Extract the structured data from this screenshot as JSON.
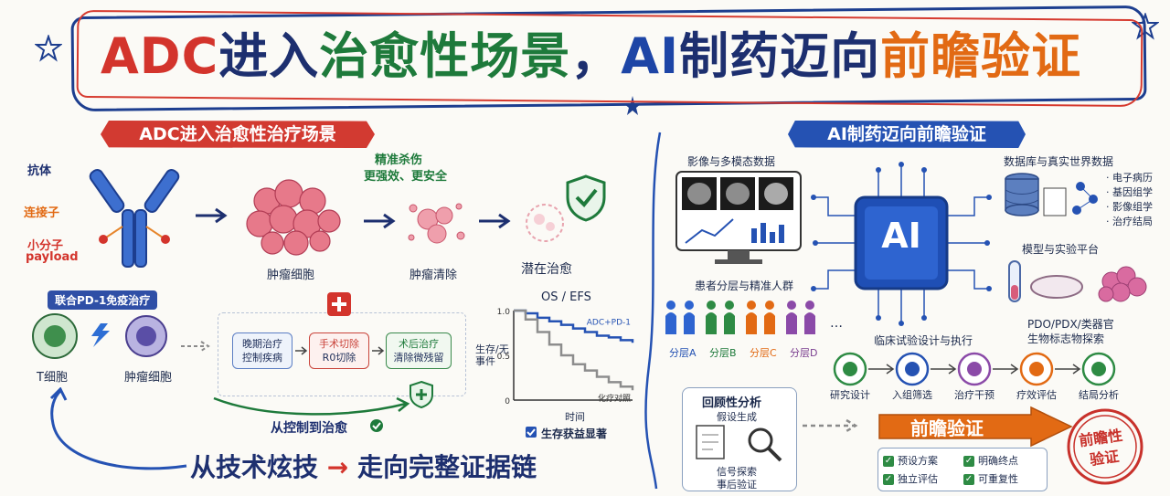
{
  "title": {
    "part1": "ADC",
    "part2": "进入",
    "part3": "治愈性场景",
    "part4": "，",
    "part5": "AI",
    "part6": "制药",
    "part7": "迈向",
    "part8": "前瞻验证"
  },
  "left": {
    "banner": "ADC进入治愈性治疗场景",
    "antibody_label": "抗体",
    "linker_label": "连接子",
    "payload_label_1": "小分子",
    "payload_label_2": "payload",
    "tumor_cell_label": "肿瘤细胞",
    "tumor_clear_label": "肿瘤清除",
    "cure_label": "潜在治愈",
    "precision_1": "精准杀伤",
    "precision_2": "更强效、更安全",
    "pd1_pill": "联合PD-1免疫治疗",
    "tcell_label": "T细胞",
    "tumor_cell_label2": "肿瘤细胞",
    "step1": [
      "晚期治疗",
      "控制疾病"
    ],
    "step2": [
      "手术切除",
      "R0切除"
    ],
    "step3": [
      "术后治疗",
      "清除微残留"
    ],
    "control_to_cure": "从控制到治愈",
    "survival_benefit": "生存获益显著",
    "slogan_a": "从技术炫技",
    "slogan_arrow": "→",
    "slogan_b": "走向完整证据链"
  },
  "chart_data": {
    "type": "line",
    "title": "OS / EFS",
    "xlabel": "时间",
    "ylabel": "生存/无事件",
    "yticks": [
      "1.0",
      "0.5",
      "0"
    ],
    "ylim": [
      0,
      1
    ],
    "series": [
      {
        "name": "ADC+PD-1",
        "color": "#2552b3",
        "x": [
          0,
          0.1,
          0.2,
          0.3,
          0.4,
          0.5,
          0.6,
          0.7,
          0.8,
          0.9,
          1.0
        ],
        "values": [
          1.0,
          0.97,
          0.92,
          0.88,
          0.84,
          0.8,
          0.76,
          0.72,
          0.7,
          0.67,
          0.64
        ]
      },
      {
        "name": "化疗对照",
        "color": "#8d8d8d",
        "x": [
          0,
          0.1,
          0.2,
          0.3,
          0.4,
          0.5,
          0.6,
          0.7,
          0.8,
          0.9,
          1.0
        ],
        "values": [
          1.0,
          0.9,
          0.76,
          0.62,
          0.5,
          0.4,
          0.33,
          0.26,
          0.2,
          0.15,
          0.11
        ]
      }
    ]
  },
  "right": {
    "banner": "AI制药迈向前瞻验证",
    "imaging_label": "影像与多模态数据",
    "db_label": "数据库与真实世界数据",
    "db_items": [
      "电子病历",
      "基因组学",
      "影像组学",
      "治疗结局"
    ],
    "model_label": "模型与实验平台",
    "pdo_1": "PDO/PDX/类器官",
    "pdo_2": "生物标志物探索",
    "ai_chip": "AI",
    "stratify_label": "患者分层与精准人群",
    "strata": [
      "分层A",
      "分层B",
      "分层C",
      "分层D"
    ],
    "ellipsis": "…",
    "trial_label": "临床试验设计与执行",
    "trial_steps": [
      "研究设计",
      "入组筛选",
      "治疗干预",
      "疗效评估",
      "结局分析"
    ],
    "retro_title": "回顾性分析",
    "retro_hyp": "假设生成",
    "retro_sig_1": "信号探索",
    "retro_sig_2": "事后验证",
    "prospective": "前瞻验证",
    "prospective_items": [
      "预设方案",
      "明确终点",
      "独立评估",
      "可重复性"
    ],
    "stamp_1": "前瞻性",
    "stamp_2": "验证"
  },
  "colors": {
    "red": "#d3342c",
    "navy": "#1d2f6f",
    "green": "#1e7a3b",
    "blue": "#2552b3",
    "orange": "#e26a14"
  }
}
